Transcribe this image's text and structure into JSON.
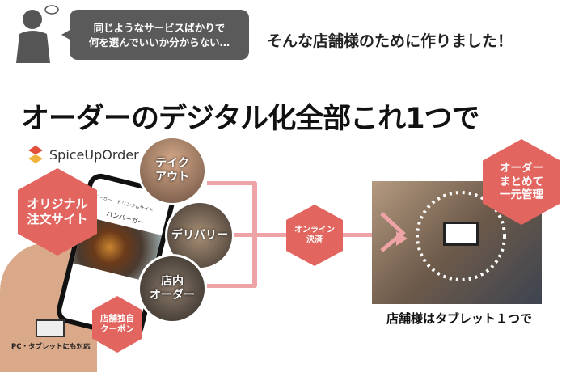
{
  "header": {
    "bubble_line1": "同じようなサービスばかりで",
    "bubble_line2": "何を選んでいいか分からない…",
    "tagline": "そんな店舗様のために作りました！"
  },
  "headline": "オーダーのデジタル化全部これ1つで",
  "brand": {
    "name": "SpiceUpOrder"
  },
  "badges": {
    "original_site_1": "オリジナル",
    "original_site_2": "注文サイト",
    "coupon_1": "店舗独自",
    "coupon_2": "クーポン",
    "payment_1": "オンライン",
    "payment_2": "決済",
    "manage_1": "オーダー",
    "manage_2": "まとめて",
    "manage_3": "一元管理"
  },
  "channels": [
    {
      "l1": "テイク",
      "l2": "アウト"
    },
    {
      "l1": "デリバリー",
      "l2": ""
    },
    {
      "l1": "店内",
      "l2": "オーダー"
    }
  ],
  "phone": {
    "menu_title": "ハンバーガー",
    "tab1": "バーガー",
    "tab2": "ドリンク&サイド"
  },
  "pc_note": "PC・タブレットにも対応",
  "caption": "店舗様はタブレット１つで",
  "colors": {
    "accent": "#e2665f",
    "connector": "#eea3a6",
    "bubble": "#5a5a5a"
  }
}
